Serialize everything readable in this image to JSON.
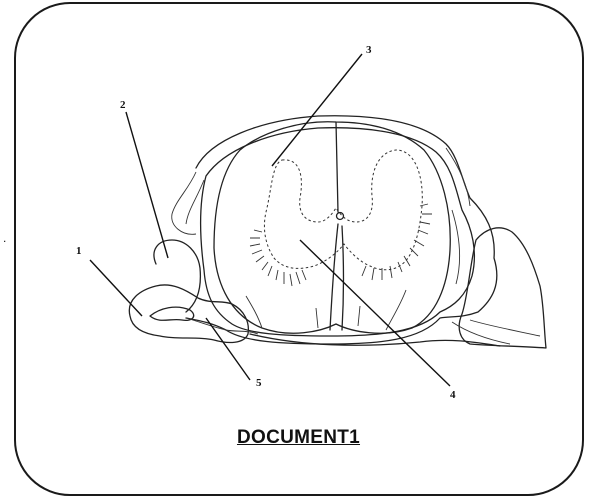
{
  "figure": {
    "stray_mark": ".",
    "caption": "DOCUMENT1",
    "labels": [
      "1",
      "2",
      "3",
      "4",
      "5"
    ]
  }
}
